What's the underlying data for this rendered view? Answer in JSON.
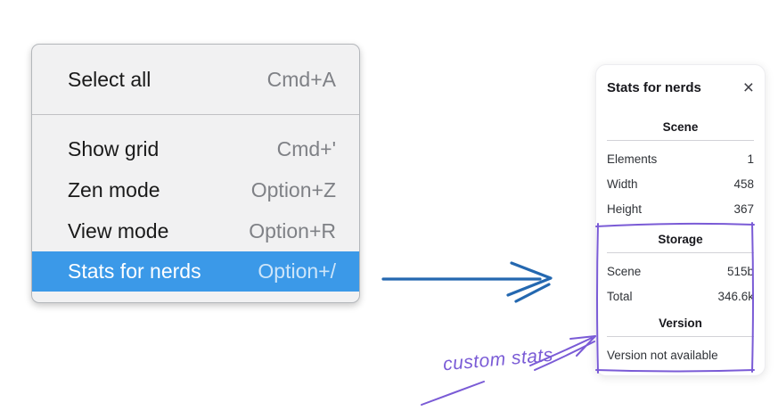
{
  "menu": {
    "items": [
      {
        "label": "Select all",
        "shortcut": "Cmd+A",
        "selected": false
      },
      {
        "label": "Show grid",
        "shortcut": "Cmd+'",
        "selected": false
      },
      {
        "label": "Zen mode",
        "shortcut": "Option+Z",
        "selected": false
      },
      {
        "label": "View mode",
        "shortcut": "Option+R",
        "selected": false
      },
      {
        "label": "Stats for nerds",
        "shortcut": "Option+/",
        "selected": true
      }
    ]
  },
  "stats_panel": {
    "title": "Stats for nerds",
    "close_icon": "×",
    "sections": [
      {
        "header": "Scene",
        "rows": [
          {
            "label": "Elements",
            "value": "1"
          },
          {
            "label": "Width",
            "value": "458"
          },
          {
            "label": "Height",
            "value": "367"
          }
        ]
      },
      {
        "header": "Storage",
        "rows": [
          {
            "label": "Scene",
            "value": "515b"
          },
          {
            "label": "Total",
            "value": "346.6k"
          }
        ]
      },
      {
        "header": "Version",
        "note": "Version not available"
      }
    ]
  },
  "annotation": {
    "label": "custom stats"
  },
  "colors": {
    "menu_highlight": "#3b99e8",
    "menu_highlight_text": "#ffffff",
    "arrow_blue": "#2468b0",
    "annotation_purple": "#7a5bd6"
  }
}
